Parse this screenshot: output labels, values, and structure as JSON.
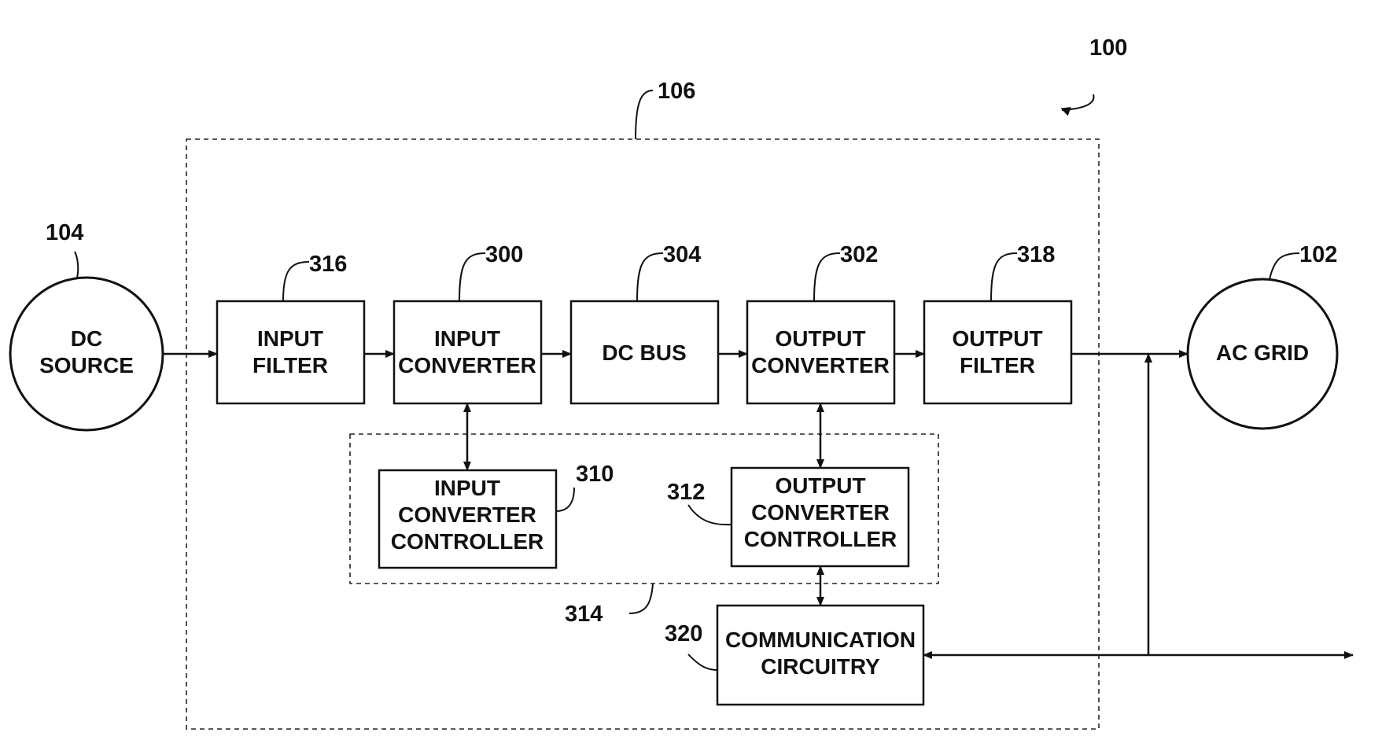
{
  "diagram": {
    "figure_ref": "100",
    "enclosure_ref": "106",
    "controller_group_ref": "314",
    "nodes": {
      "dc_source": {
        "ref": "104",
        "lines": [
          "DC",
          "SOURCE"
        ]
      },
      "ac_grid": {
        "ref": "102",
        "lines": [
          "AC GRID"
        ]
      },
      "input_filter": {
        "ref": "316",
        "lines": [
          "INPUT",
          "FILTER"
        ]
      },
      "input_converter": {
        "ref": "300",
        "lines": [
          "INPUT",
          "CONVERTER"
        ]
      },
      "dc_bus": {
        "ref": "304",
        "lines": [
          "DC BUS"
        ]
      },
      "output_converter": {
        "ref": "302",
        "lines": [
          "OUTPUT",
          "CONVERTER"
        ]
      },
      "output_filter": {
        "ref": "318",
        "lines": [
          "OUTPUT",
          "FILTER"
        ]
      },
      "input_converter_controller": {
        "ref": "310",
        "lines": [
          "INPUT",
          "CONVERTER",
          "CONTROLLER"
        ]
      },
      "output_converter_controller": {
        "ref": "312",
        "lines": [
          "OUTPUT",
          "CONVERTER",
          "CONTROLLER"
        ]
      },
      "communication_circuitry": {
        "ref": "320",
        "lines": [
          "COMMUNICATION",
          "CIRCUITRY"
        ]
      }
    },
    "connections": [
      {
        "from": "dc_source",
        "to": "input_filter",
        "direction": "forward"
      },
      {
        "from": "input_filter",
        "to": "input_converter",
        "direction": "forward"
      },
      {
        "from": "input_converter",
        "to": "dc_bus",
        "direction": "forward"
      },
      {
        "from": "dc_bus",
        "to": "output_converter",
        "direction": "forward"
      },
      {
        "from": "output_converter",
        "to": "output_filter",
        "direction": "forward"
      },
      {
        "from": "output_filter",
        "to": "ac_grid",
        "direction": "forward"
      },
      {
        "from": "input_converter",
        "to": "input_converter_controller",
        "direction": "bidirectional"
      },
      {
        "from": "output_converter",
        "to": "output_converter_controller",
        "direction": "bidirectional"
      },
      {
        "from": "output_converter_controller",
        "to": "communication_circuitry",
        "direction": "bidirectional"
      },
      {
        "from": "communication_circuitry",
        "to": "external",
        "direction": "bidirectional"
      },
      {
        "from": "communication_bus",
        "to": "ac_grid_line",
        "direction": "forward"
      }
    ]
  }
}
